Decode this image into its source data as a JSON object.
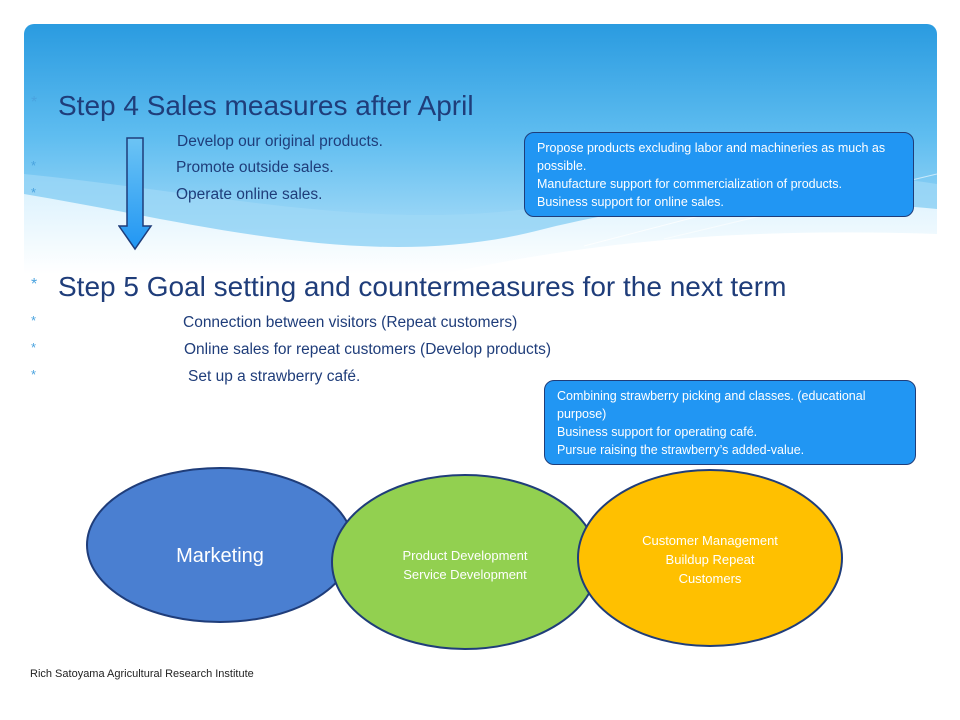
{
  "step4": {
    "title": "Step  4    Sales measures after April",
    "items": [
      "Develop our original products.",
      "Promote outside sales.",
      "Operate online sales."
    ],
    "callout": [
      "Propose products excluding labor and machineries as much as possible.",
      "Manufacture support for commercialization of products.",
      "Business support for online sales."
    ]
  },
  "step5": {
    "title": "Step  5    Goal setting and countermeasures for the next term",
    "items": [
      "Connection between visitors (Repeat customers)",
      "Online sales for repeat customers (Develop products)",
      "Set up a strawberry café."
    ],
    "callout": [
      "Combining strawberry picking and classes. (educational purpose)",
      "Business support for operating café.",
      "Pursue raising the strawberry’s added-value."
    ]
  },
  "circles": [
    {
      "label": "Marketing",
      "color": "#4a7fd1"
    },
    {
      "lines": [
        "Product Development",
        "Service Development"
      ],
      "color": "#92d050"
    },
    {
      "lines": [
        "Customer Management",
        "Buildup Repeat",
        "Customers"
      ],
      "color": "#ffc000"
    }
  ],
  "bullet_glyph": "*",
  "footer": "Rich Satoyama Agricultural Research Institute",
  "colors": {
    "title": "#1f3d7a",
    "bullet": "#4aa3df",
    "callout_fill": "#2196f3",
    "banner_top": "#2a9be0",
    "banner_bottom": "#c9ecfb"
  }
}
